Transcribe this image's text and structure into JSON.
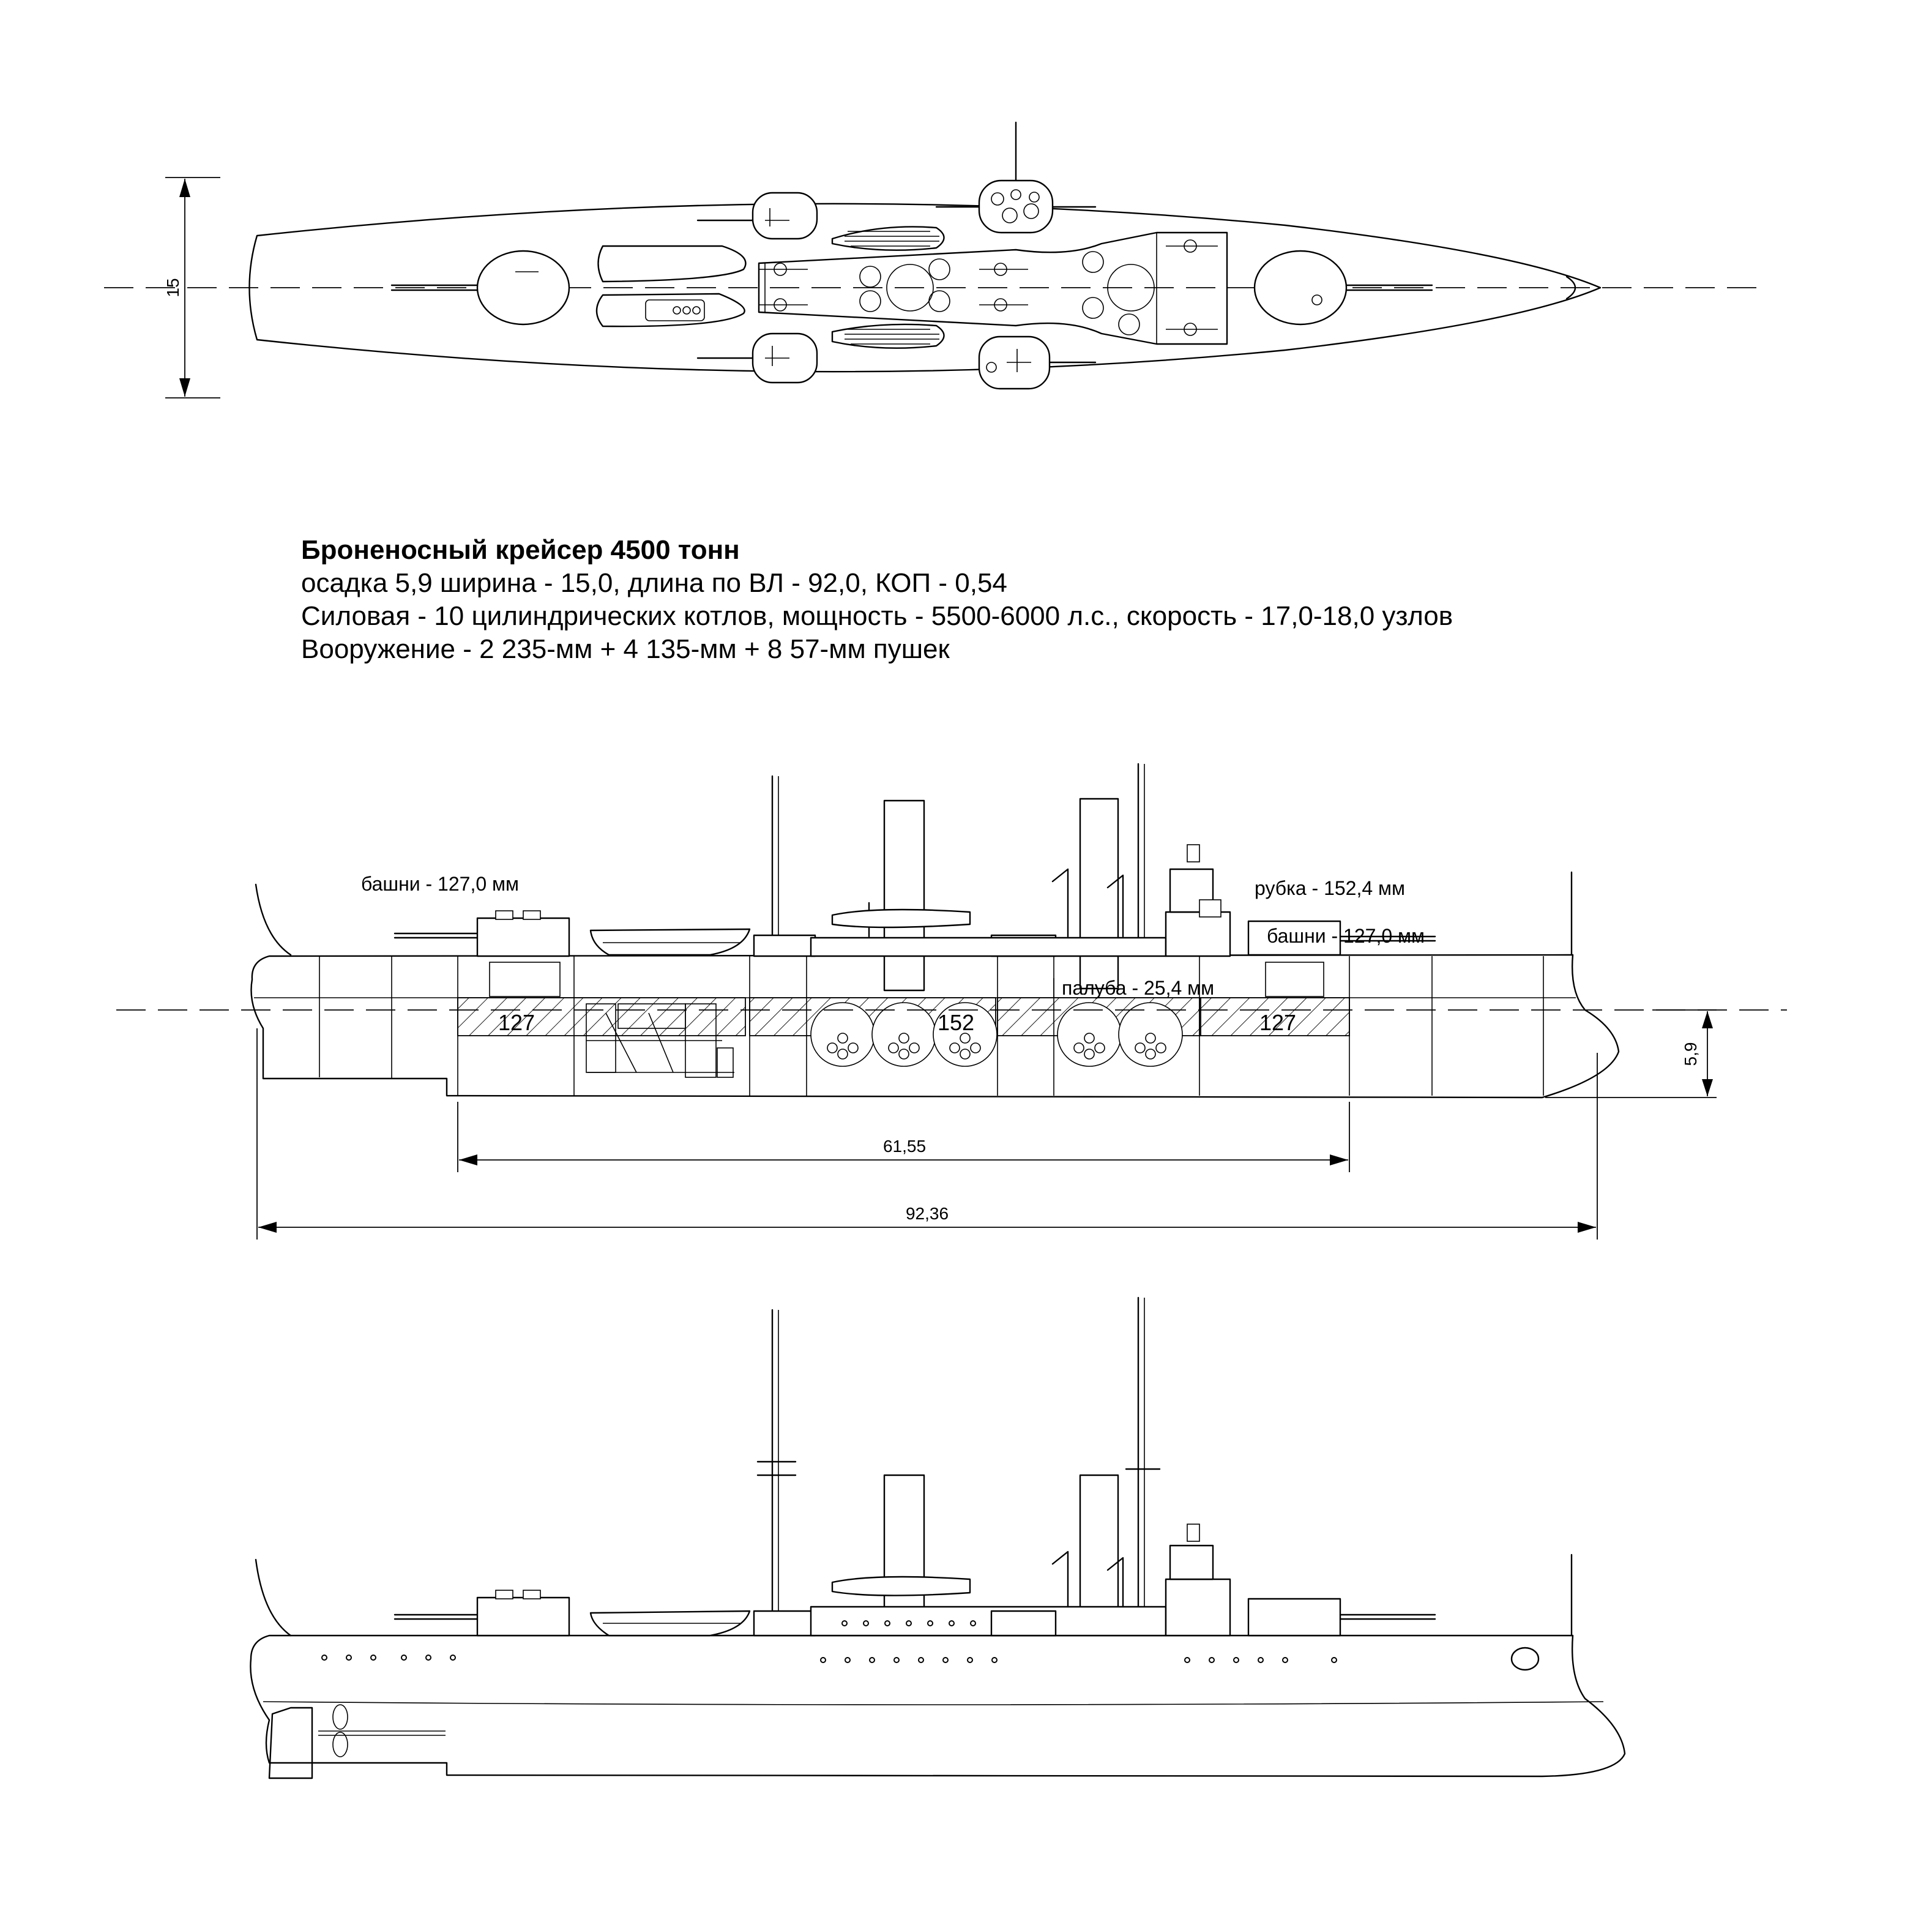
{
  "title": "Броненосный крейсер 4500 тонн",
  "specs": [
    "осадка 5,9 ширина - 15,0, длина по ВЛ - 92,0, КОП - 0,54",
    "Силовая - 10 цилиндрических котлов, мощность - 5500-6000 л.с., скорость - 17,0-18,0 узлов",
    "Вооружение - 2 235-мм + 4 135-мм + 8 57-мм пушек"
  ],
  "plan_view": {
    "beam_dimension": "15"
  },
  "armor_profile": {
    "labels": {
      "turrets_fore": "башни - 127,0 мм",
      "conning_tower": "рубка - 152,4 мм",
      "turrets_aft": "башни - 127,0 мм",
      "deck": "палуба - 25,4 мм"
    },
    "belt_zones": [
      "127",
      "152",
      "127"
    ],
    "dimensions": {
      "draft": "5,9",
      "belt_length": "61,55",
      "overall_length": "92,36"
    }
  },
  "outboard_profile": {}
}
